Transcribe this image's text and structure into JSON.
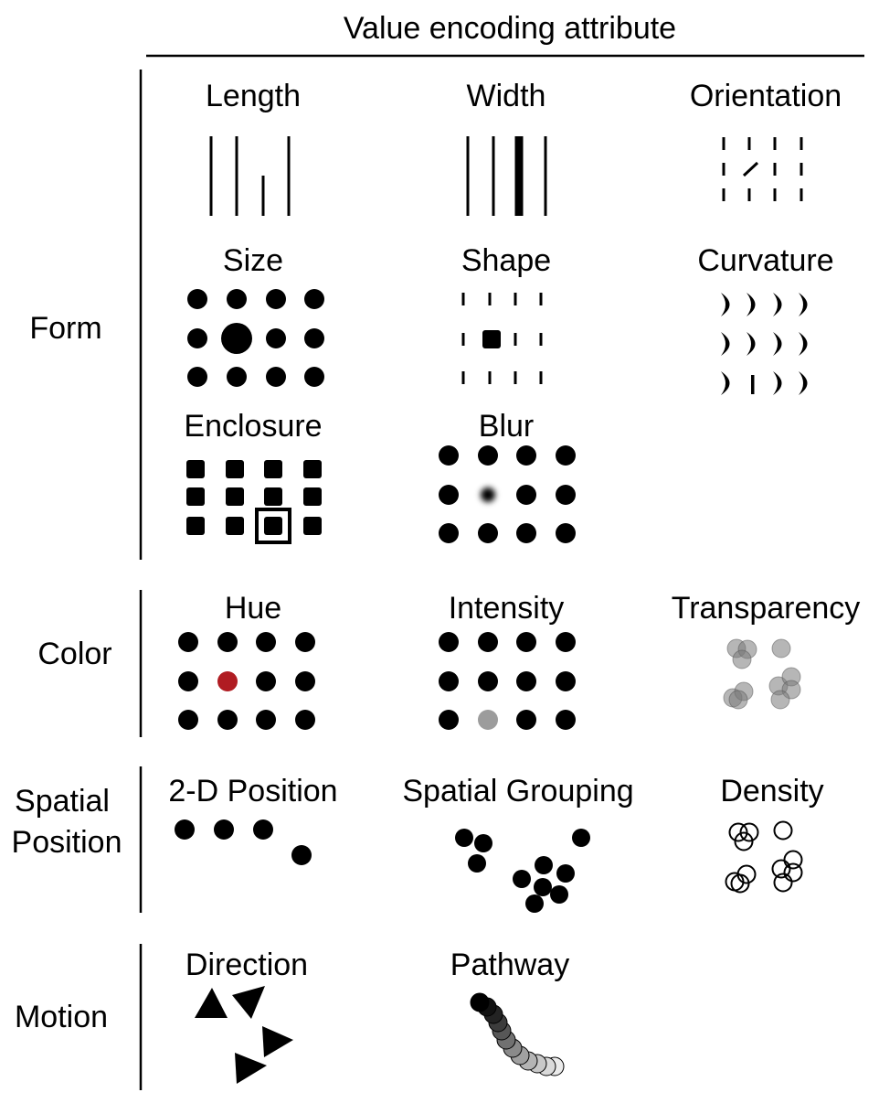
{
  "header": {
    "title": "Value encoding attribute"
  },
  "categories": {
    "form": "Form",
    "color": "Color",
    "spatial_line1": "Spatial",
    "spatial_line2": "Position",
    "motion": "Motion"
  },
  "attributes": {
    "length": "Length",
    "width": "Width",
    "orientation": "Orientation",
    "size": "Size",
    "shape": "Shape",
    "curvature": "Curvature",
    "enclosure": "Enclosure",
    "blur": "Blur",
    "hue": "Hue",
    "intensity": "Intensity",
    "transparency": "Transparency",
    "position_2d": "2-D Position",
    "spatial_grouping": "Spatial Grouping",
    "density": "Density",
    "direction": "Direction",
    "pathway": "Pathway"
  },
  "colors": {
    "ink": "#000000",
    "hue_accent": "#b01c22",
    "intensity_light": "#9c9c9c",
    "transparency_fill": "#7a7a7a"
  }
}
